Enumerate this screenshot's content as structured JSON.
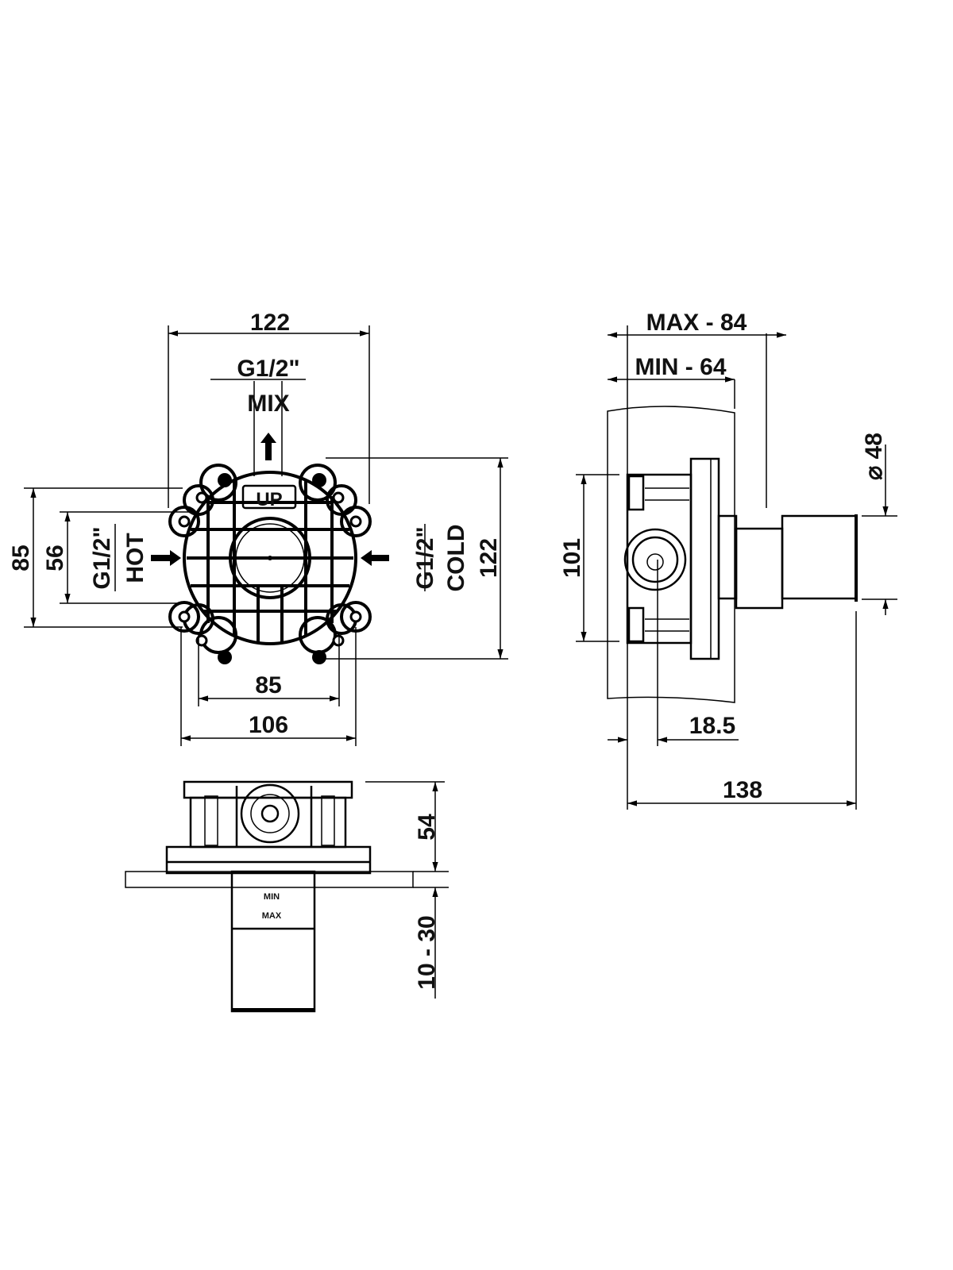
{
  "front_view": {
    "width_top": "122",
    "mix_thread": "G1/2\"",
    "mix_label": "MIX",
    "up_mark": "UP",
    "height_outer_left": "85",
    "height_inner_left": "56",
    "hot_thread": "G1/2\"",
    "hot_label": "HOT",
    "cold_thread": "G1/2\"",
    "cold_label": "COLD",
    "height_right": "122",
    "width_bottom_inner": "85",
    "width_bottom_outer": "106"
  },
  "bottom_view": {
    "body_depth": "54",
    "wall_range": "10 - 30",
    "min_mark": "MIN",
    "max_mark": "MAX"
  },
  "side_view": {
    "max_depth": "MAX - 84",
    "min_depth": "MIN - 64",
    "diameter": "⌀ 48",
    "height": "101",
    "offset": "18.5",
    "total_length": "138"
  }
}
